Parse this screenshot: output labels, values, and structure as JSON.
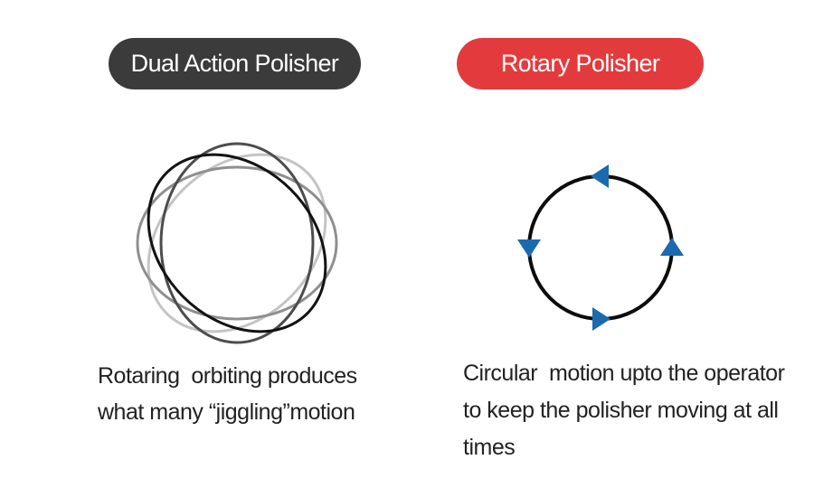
{
  "left": {
    "title": "Dual Action Polisher",
    "badge_color": "#3b3b3b",
    "description": "Rotaring  orbiting produces\nwhat many “jiggling”motion",
    "orbit_colors": [
      "#c4c4c4",
      "#8f8f8f",
      "#4d4d4d",
      "#121212"
    ]
  },
  "right": {
    "title": "Rotary Polisher",
    "badge_color": "#e33b3d",
    "description": "Circular  motion upto the operator\nto keep the polisher moving at all\ntimes",
    "circle_color": "#0c0c0c",
    "arrow_color": "#1b6aae"
  }
}
